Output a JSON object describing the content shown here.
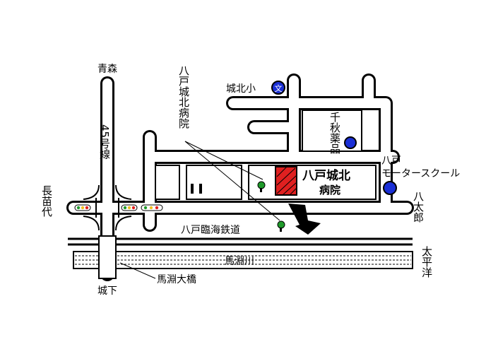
{
  "labels": {
    "aomori": "青森",
    "route45": "45号線",
    "hospital_pointer": "八戸城北病院",
    "joho_elementary": "城北小",
    "school_mark": "文",
    "chiaki_pharmacy": "千秋薬品",
    "hachinohe": "八戸",
    "motor_school": "モータースクール",
    "nagawashiro": "長苗代",
    "hospital_name_line1": "八戸城北",
    "hospital_name_line2": "病院",
    "hachitaro": "八太郎",
    "railway": "八戸臨海鉄道",
    "river": "馬淵川",
    "pacific": "太平洋",
    "bridge": "馬淵大橋",
    "joge": "城下"
  },
  "colors": {
    "road_outline": "#000000",
    "road_fill": "#ffffff",
    "hospital": "#e02020",
    "marker_blue": "#1a2fd6",
    "tree_green": "#1f9a2a",
    "signal_red": "#e02020",
    "signal_green": "#1f9a2a"
  },
  "icons": {
    "school": "school-symbol-icon",
    "pharmacy": "blue-circle-icon",
    "driving_school": "blue-circle-icon",
    "gas_station": "gas-station-icon",
    "trees": "tree-icon",
    "arrow": "entrance-arrow-icon",
    "signals": "traffic-signal-icon"
  }
}
